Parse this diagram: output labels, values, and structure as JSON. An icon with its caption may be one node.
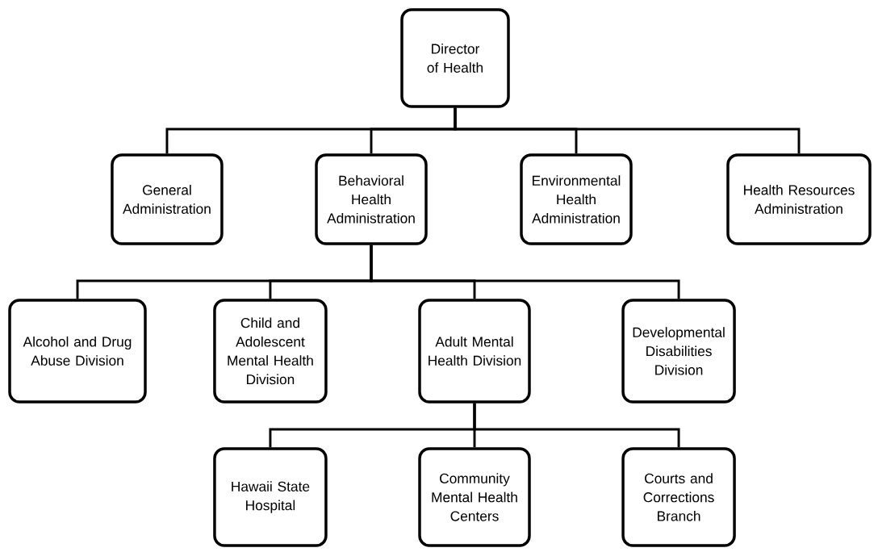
{
  "diagram": {
    "nodes": [
      {
        "text": [
          "Director of Health"
        ]
      },
      {
        "text": [
          "General Administration"
        ]
      },
      {
        "text": [
          "Behavioral Health Administration"
        ]
      },
      {
        "text": [
          "Environmental Health Administration"
        ]
      },
      {
        "text": [
          "Health Resources Administration"
        ]
      },
      {
        "text": [
          "Alcohol and Drug Abuse Division"
        ]
      },
      {
        "text": [
          "Child and Adolescent Mental Health Division"
        ]
      },
      {
        "text": [
          "Adult Mental Health Division"
        ]
      },
      {
        "text": [
          "Developmental Disabilities Division"
        ]
      },
      {
        "text": [
          "Hawaii State Hospital"
        ]
      },
      {
        "text": [
          "Community Mental Health Centers"
        ]
      },
      {
        "text": [
          "Courts and Corrections Branch"
        ]
      }
    ],
    "edges": [
      {
        "from": 0,
        "to": 1,
        "arrow": "none"
      },
      {
        "from": 0,
        "to": 2,
        "arrow": "none"
      },
      {
        "from": 0,
        "to": 3,
        "arrow": "none"
      },
      {
        "from": 0,
        "to": 4,
        "arrow": "none"
      },
      {
        "from": 2,
        "to": 5,
        "arrow": "none"
      },
      {
        "from": 2,
        "to": 6,
        "arrow": "none"
      },
      {
        "from": 2,
        "to": 7,
        "arrow": "none"
      },
      {
        "from": 2,
        "to": 8,
        "arrow": "none"
      },
      {
        "from": 7,
        "to": 9,
        "arrow": "none"
      },
      {
        "from": 7,
        "to": 10,
        "arrow": "none"
      },
      {
        "from": 7,
        "to": 11,
        "arrow": "none"
      }
    ]
  }
}
